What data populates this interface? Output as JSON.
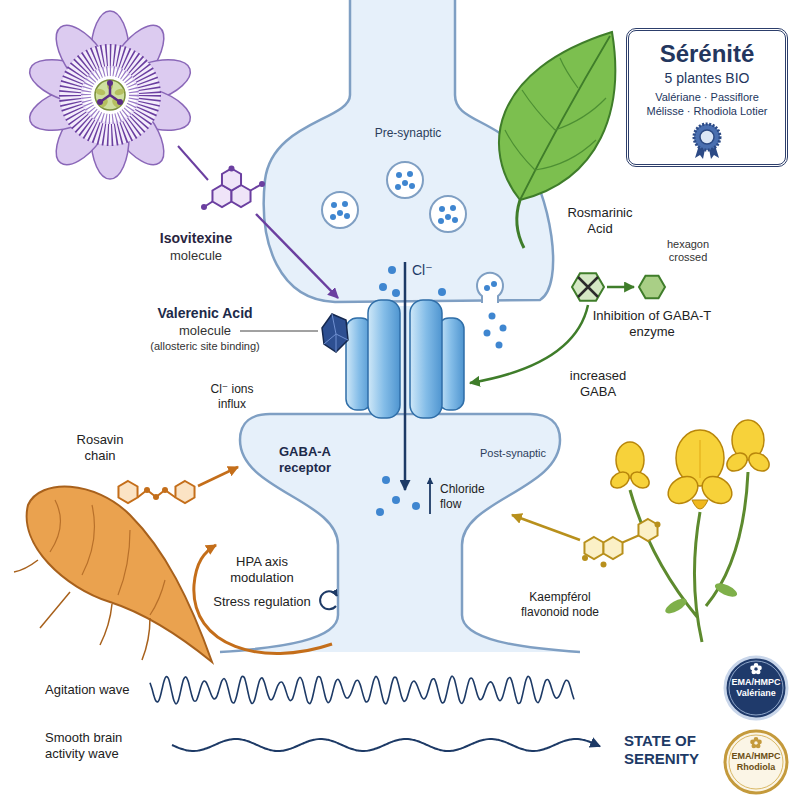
{
  "diagram": {
    "nodes": [
      {
        "text": [
          "Sérénité",
          "5 plantes BIO",
          "Valériane · Passiflore Mélisse · Rhodiola Lotier"
        ]
      },
      {
        "text": [
          "EMA/HMPC",
          "Valériane"
        ]
      },
      {
        "text": [
          "EMA/HMPC",
          "Rhodiola"
        ]
      }
    ],
    "labels": [
      "Pre-synaptic",
      "Isovitexine",
      "molecule",
      "Rosmarinic Acid",
      "hexagon crossed",
      "Cl⁻",
      "Valerenic Acid",
      "molecule",
      "(allosteric site binding)",
      "Inhibition of GABA-T enzyme",
      "Cl⁻ ions influx",
      "increased GABA",
      "Rosavin chain",
      "GABA-A receptor",
      "Post-synaptic",
      "Chloride flow",
      "HPA axis modulation",
      "Stress regulation",
      "Kaempférol flavonoid node",
      "Agitation wave",
      "Smooth brain activity wave",
      "STATE OF SERENITY"
    ]
  }
}
